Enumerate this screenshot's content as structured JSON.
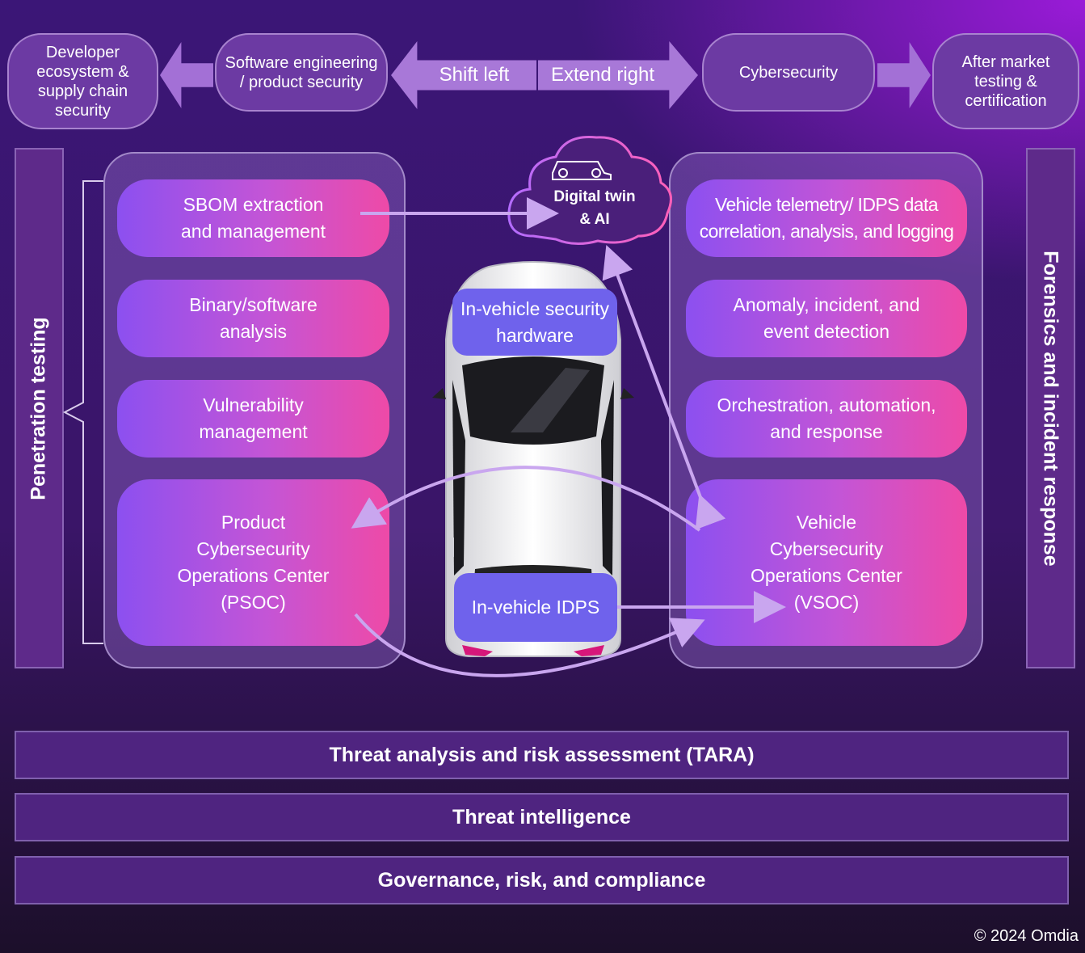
{
  "top_row": {
    "developer": "Developer ecosystem & supply chain security",
    "software": "Software engineering / product security",
    "shift_left": "Shift left",
    "extend_right": "Extend right",
    "cybersecurity": "Cybersecurity",
    "after_market": "After market testing & certification"
  },
  "side": {
    "left": "Penetration testing",
    "right": "Forensics and incident response"
  },
  "left_panel": {
    "sbom": "SBOM extraction and management",
    "binary": "Binary/software analysis",
    "vuln": "Vulnerability management",
    "psoc": "Product Cybersecurity Operations Center (PSOC)"
  },
  "right_panel": {
    "telemetry": "Vehicle telemetry/ IDPS data correlation, analysis, and logging",
    "anomaly": "Anomaly, incident, and event detection",
    "orchestration": "Orchestration, automation, and response",
    "vsoc": "Vehicle Cybersecurity Operations Center (VSOC)"
  },
  "center": {
    "digital_twin": "Digital twin & AI",
    "hardware": "In-vehicle security hardware",
    "idps": "In-vehicle IDPS"
  },
  "bottom": {
    "tara": "Threat analysis and risk assessment (TARA)",
    "intel": "Threat intelligence",
    "grc": "Governance, risk, and compliance"
  },
  "copyright": "© 2024 Omdia",
  "colors": {
    "box_start": "#8c50f0",
    "box_end": "#ee4aa7",
    "car_label": "#6f62ec",
    "arrow": "#c9a6ef"
  }
}
